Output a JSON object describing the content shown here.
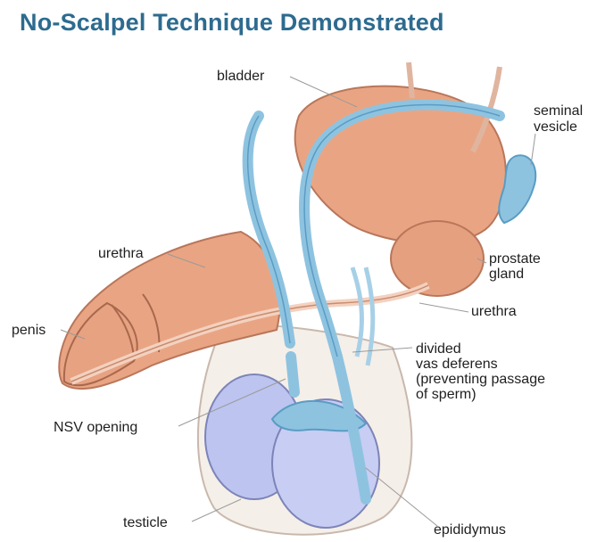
{
  "title": "No-Scalpel Technique Demonstrated",
  "labels": {
    "bladder": "bladder",
    "seminal_vesicle_1": "seminal",
    "seminal_vesicle_2": "vesicle",
    "urethra_upper": "urethra",
    "prostate_1": "prostate",
    "prostate_2": "gland",
    "urethra_lower": "urethra",
    "penis": "penis",
    "divided_1": "divided",
    "divided_2": "vas deferens",
    "divided_3": "(preventing passage",
    "divided_4": "of sperm)",
    "nsv_opening": "NSV opening",
    "testicle": "testicle",
    "epididymus": "epididymus"
  },
  "colors": {
    "title": "#2d6b8f",
    "tissue": "#e9a583",
    "tissue_dark": "#c97a5c",
    "vas": "#8ec3e0",
    "vas_edge": "#5a9cc4",
    "testicle": "#bcc4ef",
    "scrotum": "#f3ece6"
  }
}
